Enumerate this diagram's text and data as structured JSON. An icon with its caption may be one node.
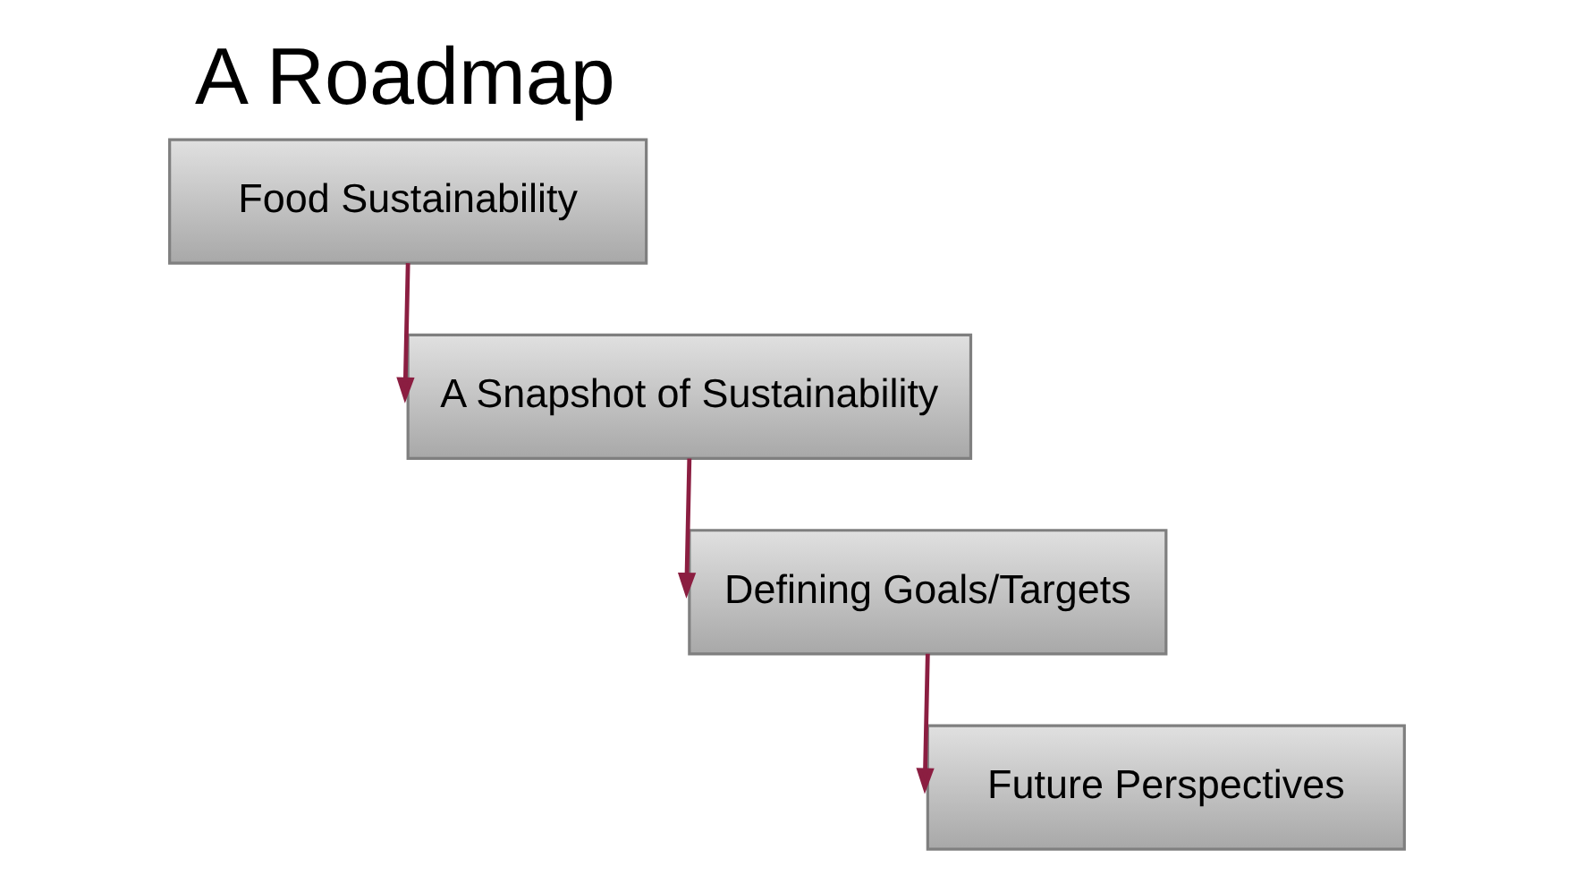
{
  "diagram": {
    "title": "A Roadmap",
    "nodes": [
      {
        "text": [
          "Food Sustainability"
        ]
      },
      {
        "text": [
          "A Snapshot of Sustainability"
        ]
      },
      {
        "text": [
          "Defining Goals/Targets"
        ]
      },
      {
        "text": [
          "Future Perspectives"
        ]
      }
    ],
    "edges": [
      {
        "from": 0,
        "to": 1,
        "arrow": "to"
      },
      {
        "from": 1,
        "to": 2,
        "arrow": "to"
      },
      {
        "from": 2,
        "to": 3,
        "arrow": "to"
      }
    ]
  }
}
